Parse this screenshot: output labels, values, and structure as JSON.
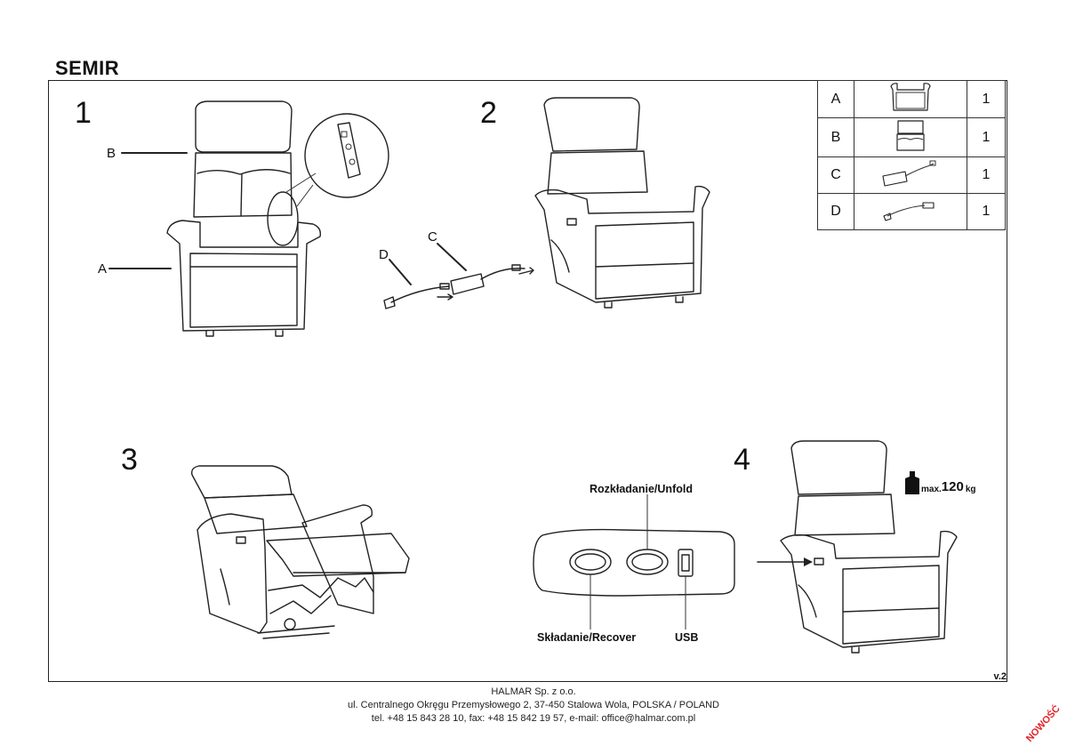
{
  "document": {
    "title": "SEMIR",
    "version": "v.2",
    "stamp": "NOWOŚĆ"
  },
  "steps": [
    "1",
    "2",
    "3",
    "4"
  ],
  "callouts": {
    "step1": [
      "B",
      "A"
    ],
    "step2": [
      "D",
      "C"
    ]
  },
  "parts_table": [
    {
      "letter": "A",
      "icon": "armchair-base-icon",
      "qty": "1"
    },
    {
      "letter": "B",
      "icon": "backrest-icon",
      "qty": "1"
    },
    {
      "letter": "C",
      "icon": "motor-transformer-icon",
      "qty": "1"
    },
    {
      "letter": "D",
      "icon": "power-cable-icon",
      "qty": "1"
    }
  ],
  "control_panel": {
    "unfold_label": "Rozkładanie/Unfold",
    "recover_label": "Składanie/Recover",
    "usb_label": "USB"
  },
  "weight": {
    "prefix": "max.",
    "value": "120",
    "unit": "kg"
  },
  "footer": {
    "company": "HALMAR Sp. z o.o.",
    "address": "ul. Centralnego Okręgu Przemysłowego 2, 37-450 Stalowa Wola, POLSKA / POLAND",
    "contact": "tel. +48 15 843 28 10, fax: +48 15 842 19 57, e-mail: office@halmar.com.pl"
  }
}
